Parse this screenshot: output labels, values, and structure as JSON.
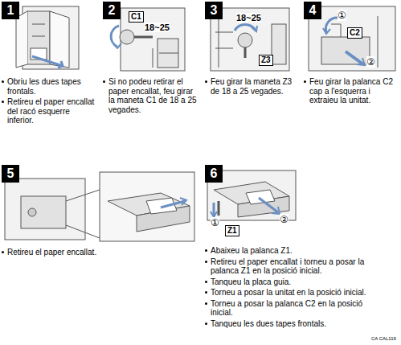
{
  "diagram": {
    "nodes": [
      {
        "text": [
          "1"
        ]
      },
      {
        "text": [
          "2"
        ]
      },
      {
        "text": [
          "C1"
        ]
      },
      {
        "text": [
          "3"
        ]
      },
      {
        "text": [
          "Z3"
        ]
      },
      {
        "text": [
          "4"
        ]
      },
      {
        "text": [
          "C2"
        ]
      },
      {
        "text": [
          "5"
        ]
      },
      {
        "text": [
          "6"
        ]
      },
      {
        "text": [
          "Z1"
        ]
      }
    ],
    "edges": [],
    "labels": [
      "Obriu les dues tapes frontals.",
      "Retireu el paper encallat del racó esquerre inferior.",
      "18~25",
      "Si no podeu retirar el paper encallat, feu girar la maneta C1 de 18 a 25 vegades.",
      "18~25",
      "Feu girar la maneta Z3 de 18 a 25 vegades.",
      "①",
      "②",
      "Feu girar la palanca C2 cap a l'esquerra i extraieu la unitat.",
      "Retireu el paper encallat.",
      "①",
      "②",
      "Abaixeu la palanca Z1.",
      "Retireu el paper encallat i torneu a posar la palanca Z1 en la posició inicial.",
      "Tanqueu la placa guia.",
      "Torneu a posar la unitat en la posició inicial.",
      "Torneu a posar la palanca C2 en la posició inicial.",
      "Tanqueu les dues tapes frontals.",
      "CA CAL119"
    ]
  }
}
